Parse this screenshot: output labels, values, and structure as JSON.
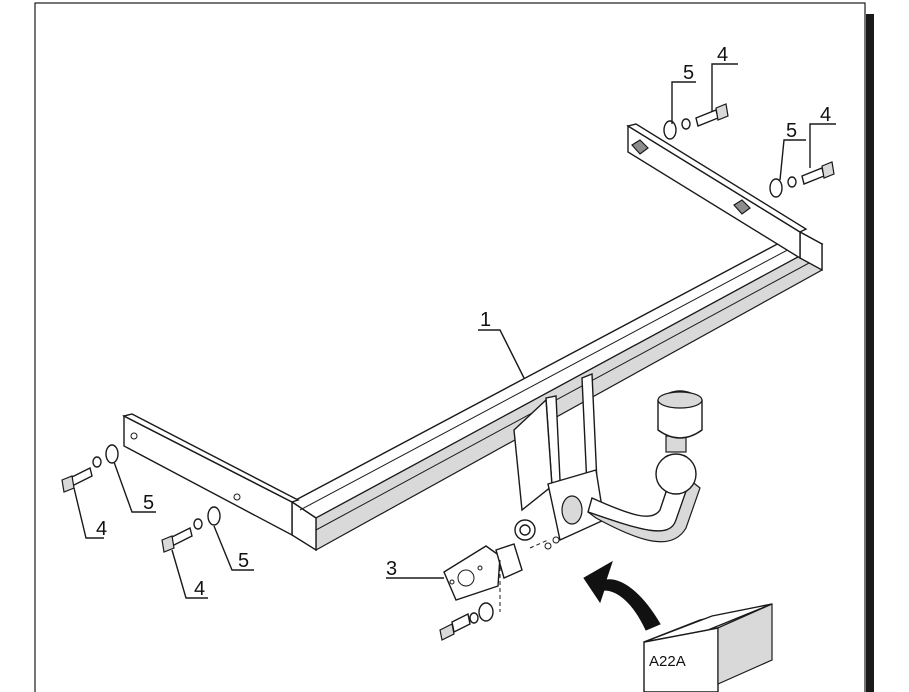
{
  "labels": {
    "crossbar": "1",
    "mount_plate": "3",
    "bolt": "4",
    "washer": "5"
  },
  "kit_box": {
    "code": "A22A"
  },
  "colors": {
    "ink": "#1a1a1a",
    "fill_light": "#d9d9d9",
    "fill_mid": "#8c8c8c",
    "background": "#ffffff"
  }
}
